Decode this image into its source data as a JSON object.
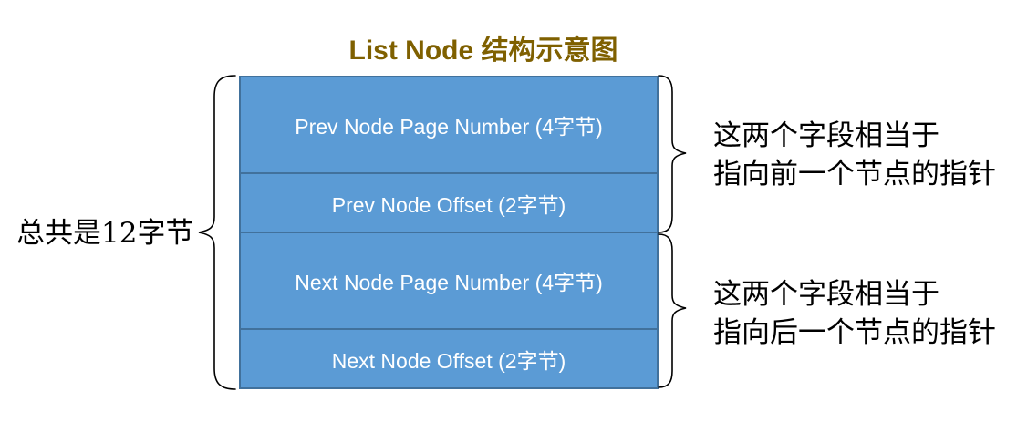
{
  "title": "List Node 结构示意图",
  "colors": {
    "title": "#7F6000",
    "box_fill": "#5B9BD5",
    "box_border": "#41719C",
    "row_text": "#FFFFFF",
    "annotation_text": "#000000"
  },
  "node_box": {
    "rows": [
      {
        "label": "Prev Node Page Number (4字节)"
      },
      {
        "label": "Prev Node Offset (2字节)"
      },
      {
        "label": "Next Node Page Number (4字节)"
      },
      {
        "label": "Next Node Offset (2字节)"
      }
    ]
  },
  "left_annotation": {
    "label": "总共是12字节"
  },
  "right_annotations": [
    {
      "line1": "这两个字段相当于",
      "line2": "指向前一个节点的指针"
    },
    {
      "line1": "这两个字段相当于",
      "line2": "指向后一个节点的指针"
    }
  ]
}
